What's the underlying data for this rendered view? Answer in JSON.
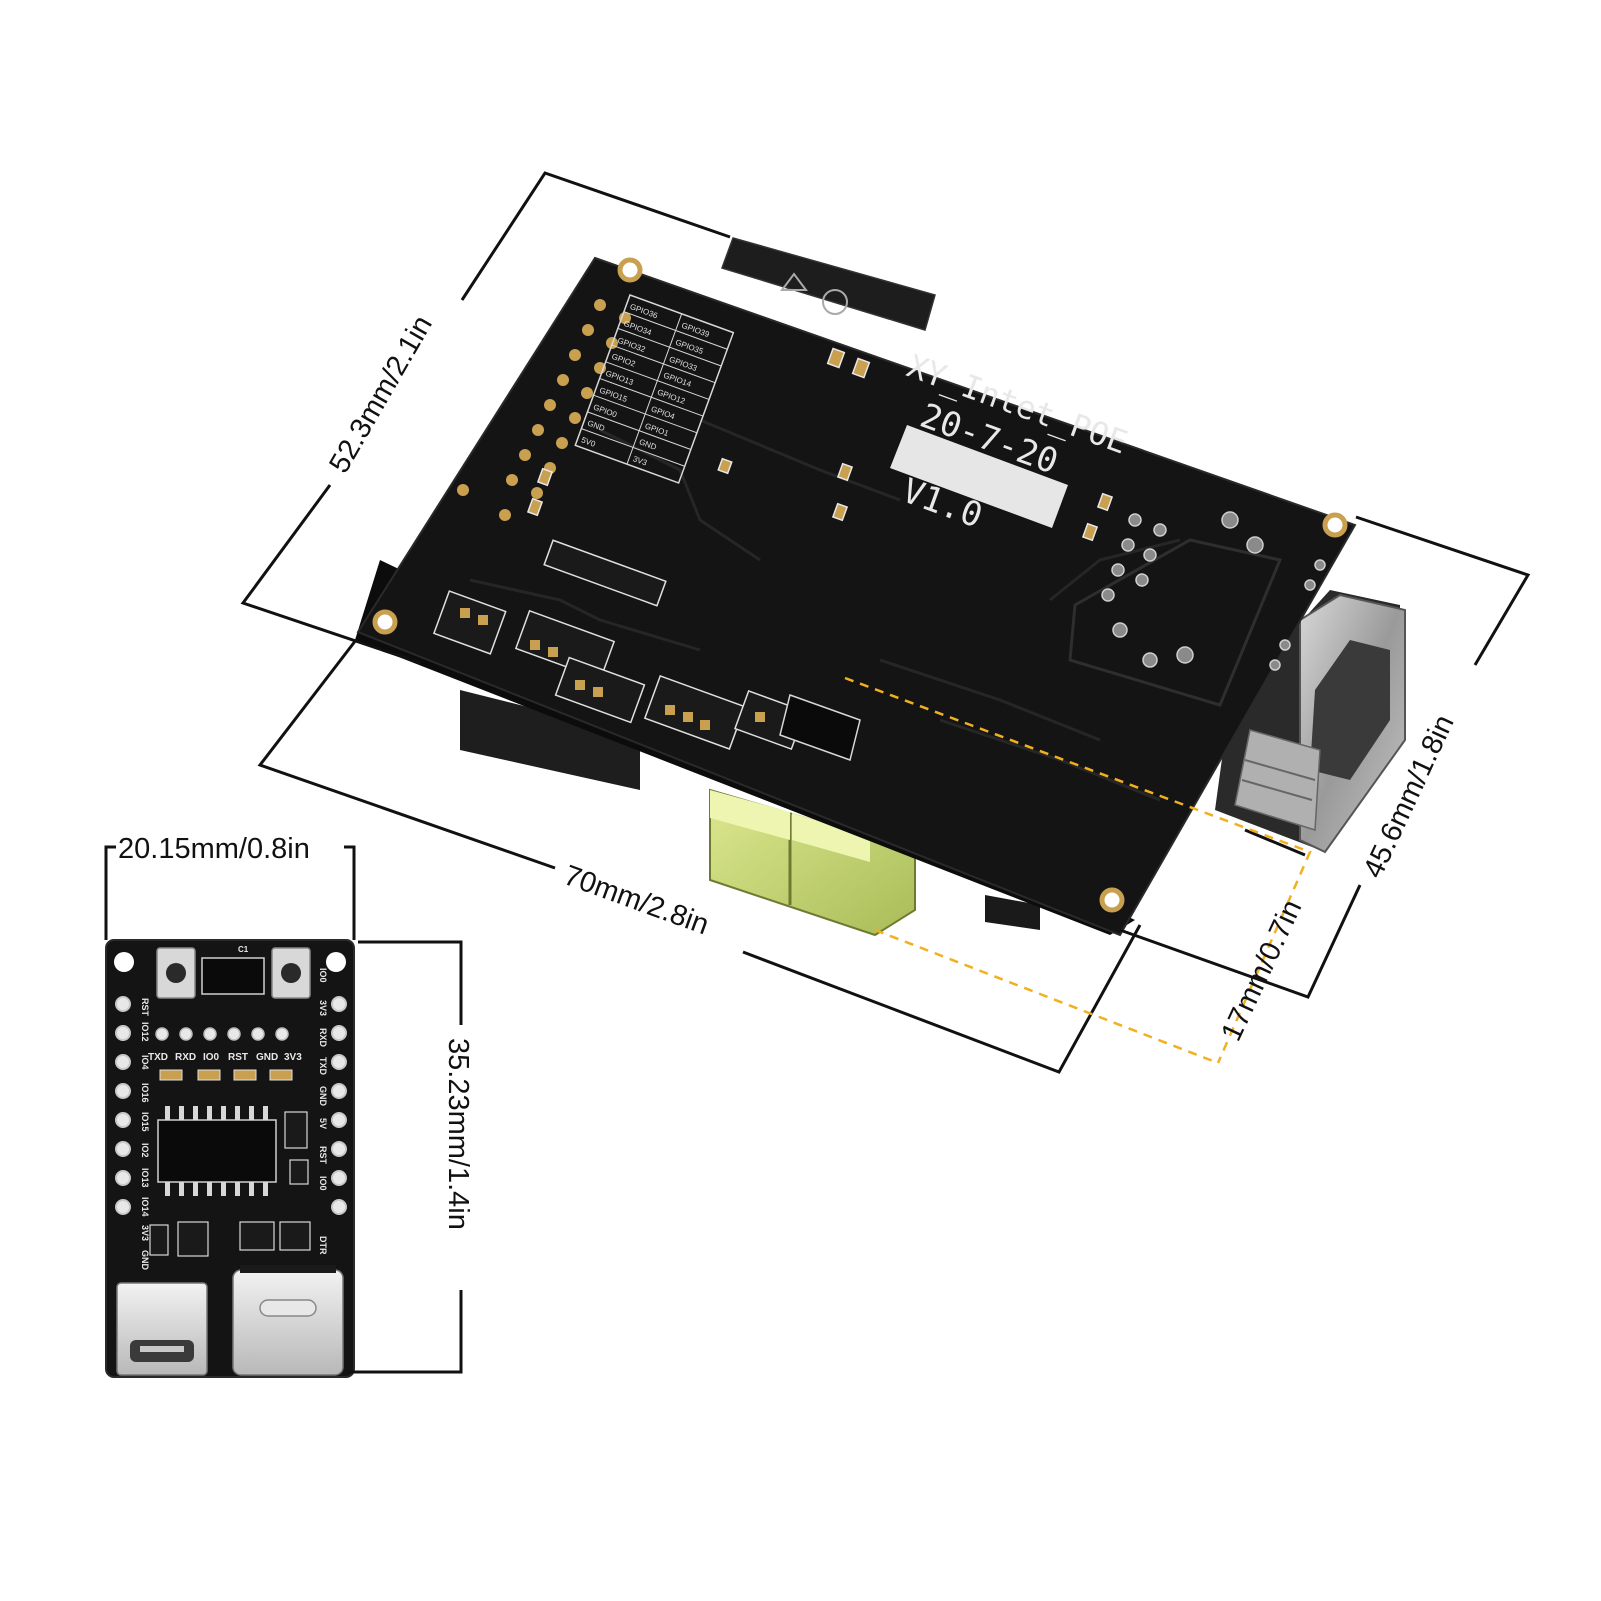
{
  "dimensions": {
    "main_depth": "52.3mm/2.1in",
    "main_length": "70mm/2.8in",
    "main_width": "45.6mm/1.8in",
    "main_height": "17mm/0.7in",
    "small_width": "20.15mm/0.8in",
    "small_length": "35.23mm/1.4in"
  },
  "main_board": {
    "name": "XY_Intet_POE",
    "date": "20-7-20",
    "version": "V1.0",
    "gpio_table": [
      [
        "GPIO36",
        "GPIO39"
      ],
      [
        "GPIO34",
        "GPIO35"
      ],
      [
        "GPIO32",
        "GPIO33"
      ],
      [
        "GPIO2",
        "GPIO14"
      ],
      [
        "GPIO13",
        "GPIO12"
      ],
      [
        "GPIO15",
        "GPIO4"
      ],
      [
        "GPIO0",
        "GPIO1"
      ],
      [
        "GND",
        "GND"
      ],
      [
        "5V0",
        "3V3"
      ]
    ]
  },
  "programmer_board": {
    "top_labels": [
      "TXD",
      "RXD",
      "IO0",
      "RST",
      "GND",
      "3V3"
    ],
    "left_pins": [
      "RST",
      "IO12",
      "IO4",
      "IO16",
      "IO15",
      "IO2",
      "IO13",
      "IO14",
      "3V3",
      "GND"
    ],
    "right_pins": [
      "IO0",
      "3V3",
      "RXD",
      "TXD",
      "GND",
      "5V",
      "RST",
      "IO0",
      "DTR"
    ],
    "chip_label": "C1"
  },
  "colors": {
    "pcb": "#141414",
    "gold": "#c8a050",
    "dimension_line": "#111111",
    "dashed_line": "#f0b020",
    "connector_green": "#c8d870",
    "rj45_metal": "#a8a8a8"
  }
}
